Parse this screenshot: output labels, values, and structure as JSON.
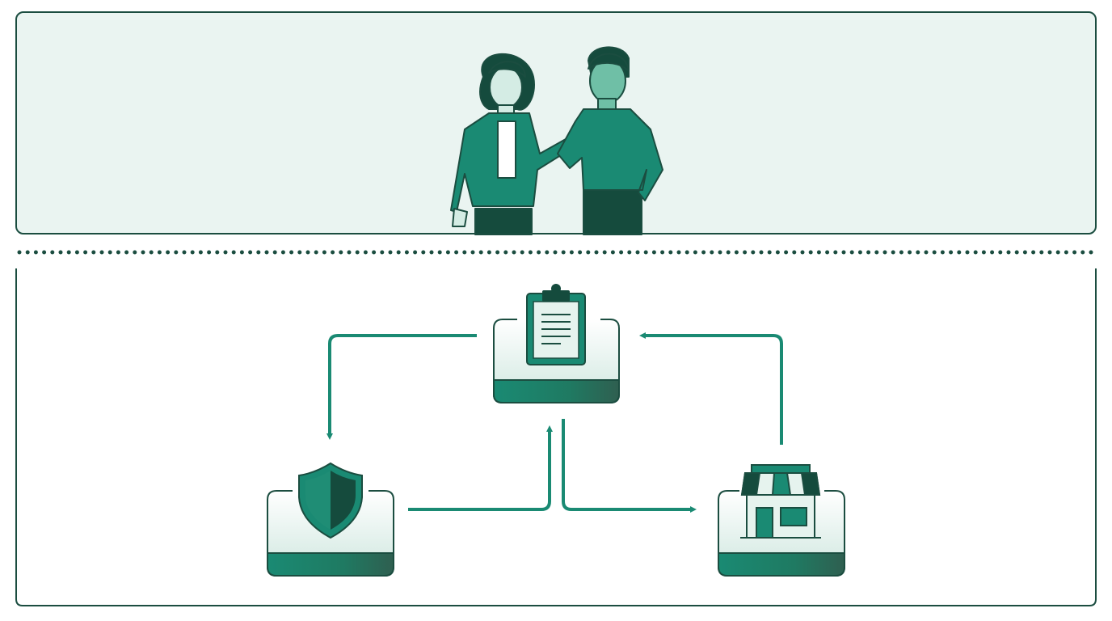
{
  "colors": {
    "outline": "#1b4d40",
    "accent": "#1a8a73",
    "panel_fill": "#eaf4f1",
    "skin": "#9fd3c3",
    "dark": "#154b3d"
  },
  "top_panel": {
    "illustration": "two-colleagues"
  },
  "flow": {
    "nodes": [
      {
        "id": "clipboard",
        "icon": "clipboard-icon"
      },
      {
        "id": "shield",
        "icon": "shield-icon"
      },
      {
        "id": "store",
        "icon": "storefront-icon"
      }
    ],
    "edges": [
      {
        "from": "clipboard",
        "to": "shield"
      },
      {
        "from": "shield",
        "to": "clipboard"
      },
      {
        "from": "clipboard",
        "to": "store"
      },
      {
        "from": "store",
        "to": "clipboard"
      }
    ]
  }
}
